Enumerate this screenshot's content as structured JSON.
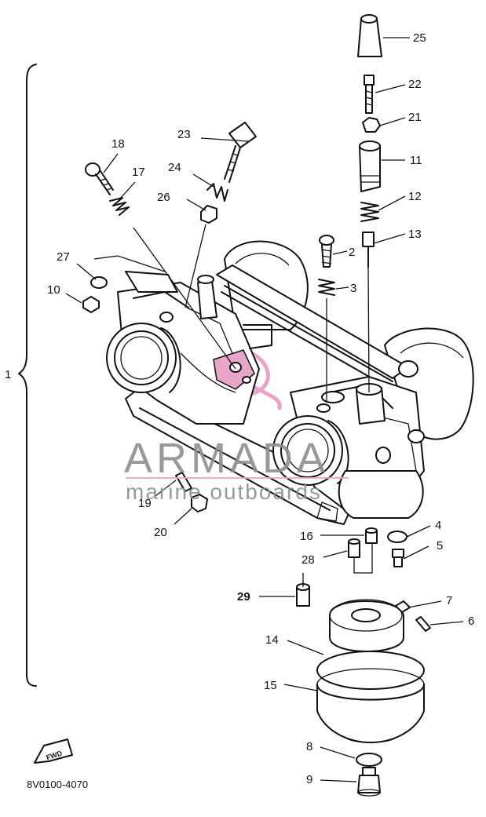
{
  "diagram": {
    "assembly_label": "1",
    "document_code": "8V0100-4070",
    "fwd_label": "FWD",
    "callouts": [
      {
        "id": "25",
        "text": "25"
      },
      {
        "id": "22",
        "text": "22"
      },
      {
        "id": "21",
        "text": "21"
      },
      {
        "id": "11",
        "text": "11"
      },
      {
        "id": "12",
        "text": "12"
      },
      {
        "id": "13",
        "text": "13"
      },
      {
        "id": "2",
        "text": "2"
      },
      {
        "id": "3",
        "text": "3"
      },
      {
        "id": "23",
        "text": "23"
      },
      {
        "id": "18",
        "text": "18"
      },
      {
        "id": "17",
        "text": "17"
      },
      {
        "id": "24",
        "text": "24"
      },
      {
        "id": "26",
        "text": "26"
      },
      {
        "id": "27",
        "text": "27"
      },
      {
        "id": "10",
        "text": "10"
      },
      {
        "id": "19",
        "text": "19"
      },
      {
        "id": "20",
        "text": "20"
      },
      {
        "id": "16",
        "text": "16"
      },
      {
        "id": "4",
        "text": "4"
      },
      {
        "id": "5",
        "text": "5"
      },
      {
        "id": "28",
        "text": "28"
      },
      {
        "id": "29",
        "text": "29"
      },
      {
        "id": "7",
        "text": "7"
      },
      {
        "id": "6",
        "text": "6"
      },
      {
        "id": "14",
        "text": "14"
      },
      {
        "id": "15",
        "text": "15"
      },
      {
        "id": "8",
        "text": "8"
      },
      {
        "id": "9",
        "text": "9"
      }
    ]
  },
  "watermark": {
    "brand": "ARMADA",
    "tagline": "marine outboards",
    "accent_color": "#e7a6c8",
    "text_color": "#8f8f8f"
  }
}
